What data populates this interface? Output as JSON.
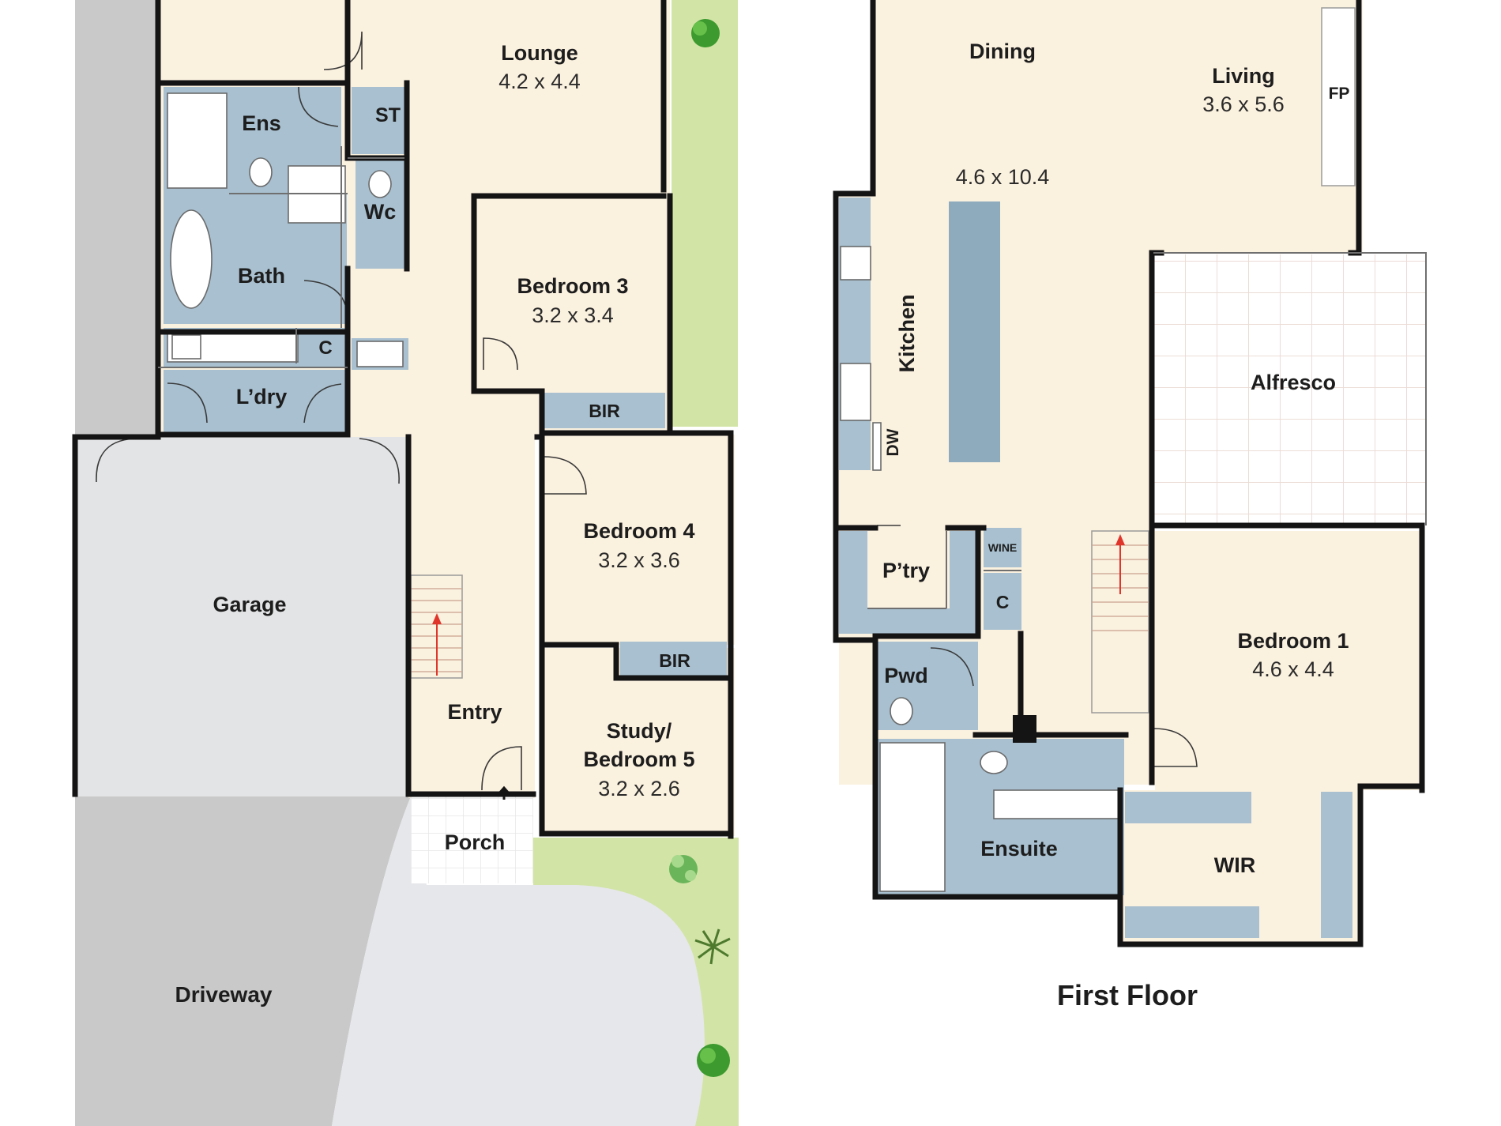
{
  "colors": {
    "floor": "#fbf1df",
    "wet": "#a8c0d0",
    "garage": "#e3e4e6",
    "driveway_dark": "#c9c9c9",
    "driveway_light": "#e6e7ea",
    "lawn": "#d2e4a6",
    "wall": "#141414",
    "island": "#8eaabd",
    "tile_line": "#ecdcd6",
    "arrow": "#e0352b"
  },
  "ground_floor": {
    "lounge": {
      "name": "Lounge",
      "dim": "4.2 x 4.4"
    },
    "ens": {
      "name": "Ens"
    },
    "st": {
      "name": "ST"
    },
    "wc": {
      "name": "Wc"
    },
    "bath": {
      "name": "Bath"
    },
    "c": {
      "name": "C"
    },
    "ldry": {
      "name": "L’dry"
    },
    "bedroom3": {
      "name": "Bedroom 3",
      "dim": "3.2 x 3.4"
    },
    "bir3": {
      "name": "BIR"
    },
    "bedroom4": {
      "name": "Bedroom 4",
      "dim": "3.2 x 3.6"
    },
    "bir4": {
      "name": "BIR"
    },
    "study": {
      "name1": "Study/",
      "name2": "Bedroom 5",
      "dim": "3.2 x 2.6"
    },
    "garage": {
      "name": "Garage"
    },
    "entry": {
      "name": "Entry"
    },
    "porch": {
      "name": "Porch"
    },
    "driveway": {
      "name": "Driveway"
    }
  },
  "first_floor": {
    "title": "First Floor",
    "dining": {
      "name": "Dining"
    },
    "living": {
      "name": "Living",
      "dim": "3.6 x 5.6"
    },
    "fp": {
      "name": "FP"
    },
    "kitchen_dim": "4.6 x 10.4",
    "kitchen": {
      "name": "Kitchen"
    },
    "dw": {
      "name": "DW"
    },
    "alfresco": {
      "name": "Alfresco"
    },
    "wine": {
      "name": "WINE"
    },
    "pantry": {
      "name": "P’try"
    },
    "c": {
      "name": "C"
    },
    "pwd": {
      "name": "Pwd"
    },
    "bedroom1": {
      "name": "Bedroom 1",
      "dim": "4.6 x 4.4"
    },
    "ensuite": {
      "name": "Ensuite"
    },
    "wir": {
      "name": "WIR"
    }
  }
}
